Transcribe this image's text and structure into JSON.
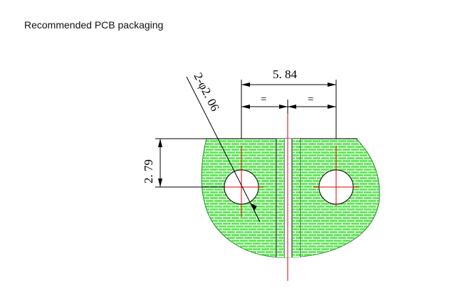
{
  "title": "Recommended PCB packaging",
  "dimensions": {
    "spacing": "5. 84",
    "equal_left": "=",
    "equal_right": "=",
    "hole_callout": "2-φ2. 06",
    "height": "2. 79"
  },
  "colors": {
    "pad_fill": "#66e85e",
    "pad_grid": "#ffffff",
    "centerline": "#e00000",
    "dimension_line": "#000000"
  }
}
